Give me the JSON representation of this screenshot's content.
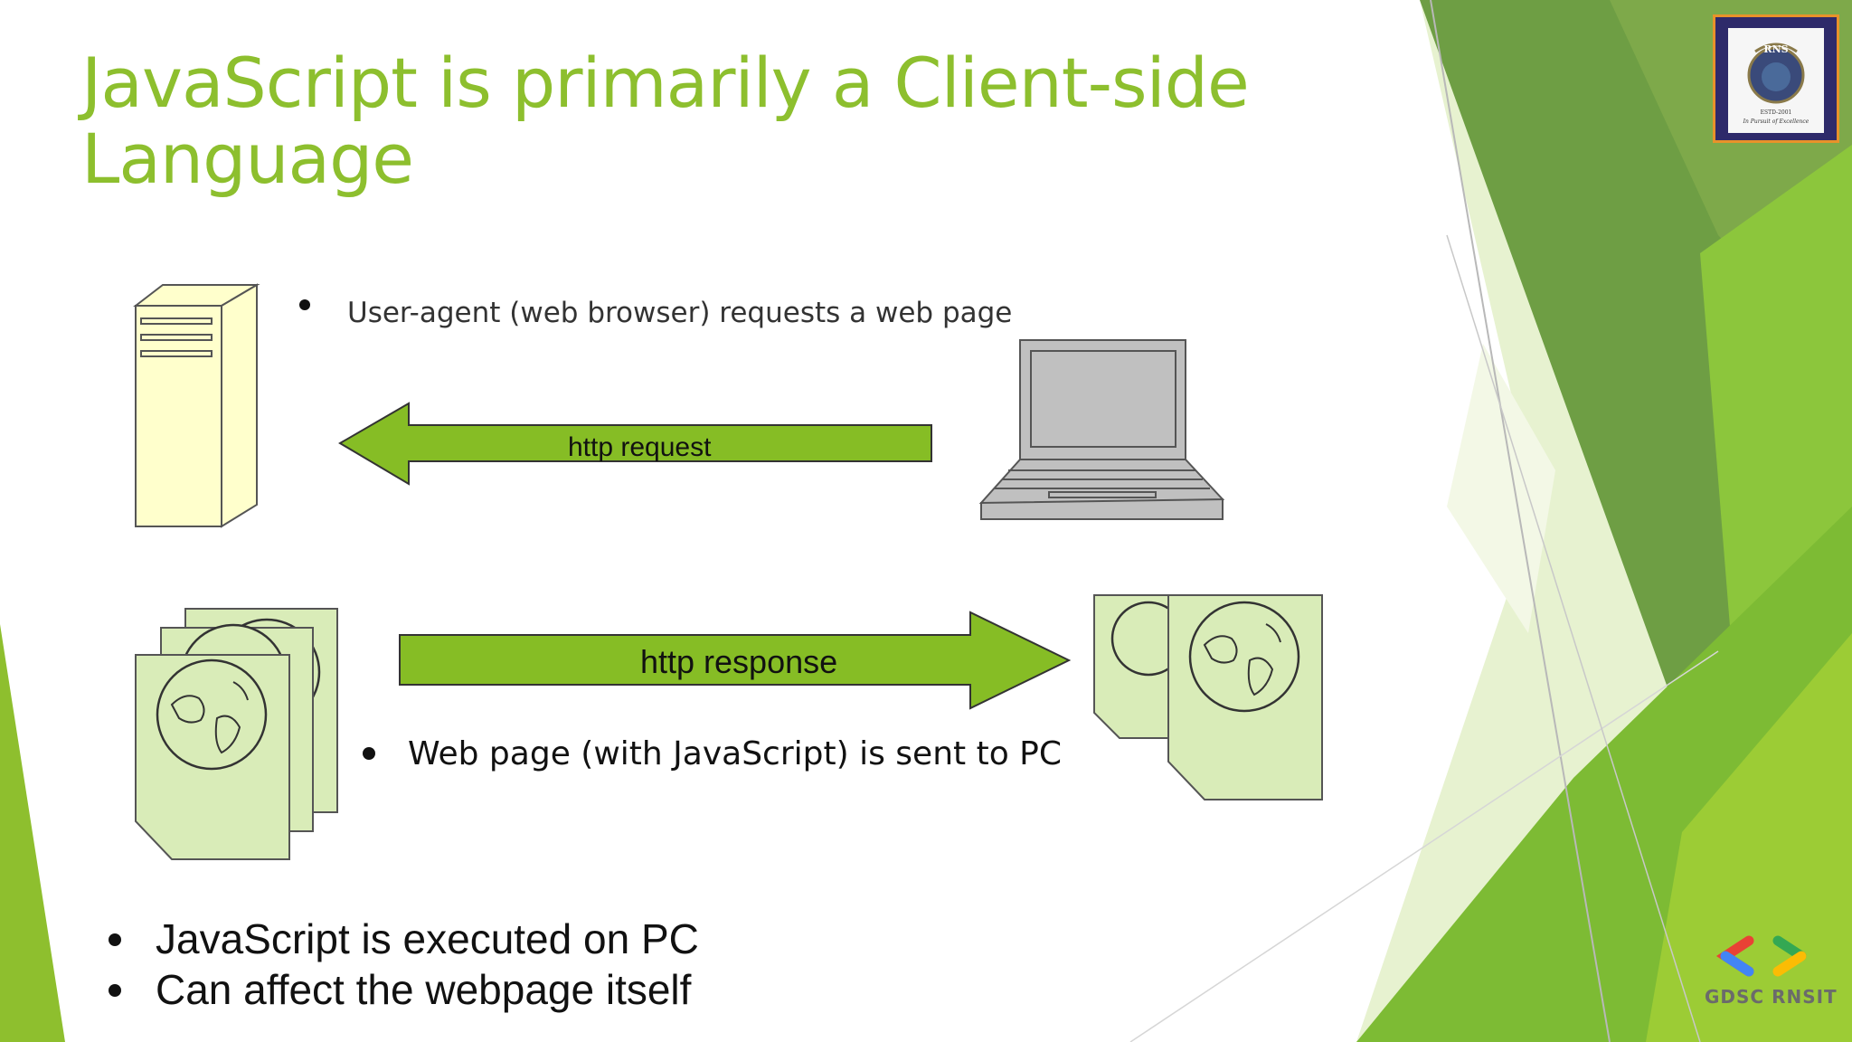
{
  "slide": {
    "title_line1": "JavaScript is primarily a Client-side",
    "title_line2": "Language",
    "request_bullet": "User-agent (web browser) requests a web page",
    "response_bullet": "Web page (with JavaScript) is sent to PC",
    "arrow_request_label": "http request",
    "arrow_response_label": "http response",
    "bottom_bullets": [
      "JavaScript is executed on PC",
      "Can affect the webpage itself"
    ],
    "logo": {
      "top_text": "RNS",
      "est_text": "ESTD-2001",
      "motto_text": "In Pursuit of Excellence",
      "border_color": "#e8922a",
      "bg_color": "#2e2a6a"
    },
    "gdsc_label": "GDSC RNSIT"
  },
  "colors": {
    "title": "#8dbf2e",
    "arrow_fill": "#86bd25",
    "server_fill": "#ffffcc",
    "page_fill": "#d9ecb8",
    "laptop_fill": "#c0c0c0",
    "accent_dark_green": "#6b9c3c",
    "accent_light_green": "#9ccc35"
  },
  "icons": [
    "server-icon",
    "laptop-icon",
    "web-pages-icon",
    "received-pages-icon",
    "gdsc-logo-icon",
    "college-logo-icon"
  ]
}
